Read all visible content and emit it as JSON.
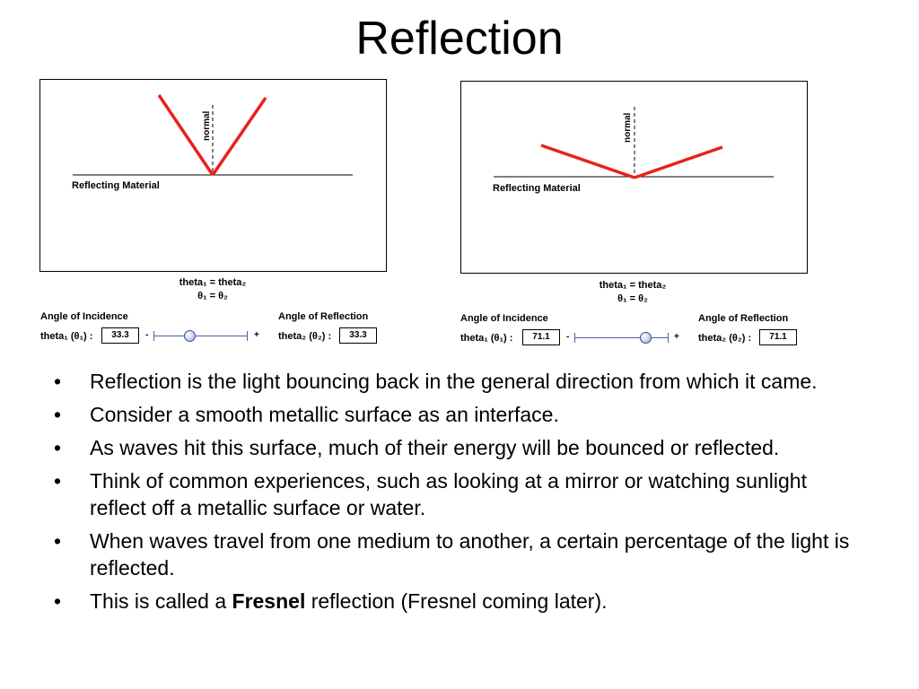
{
  "slide": {
    "title": "Reflection"
  },
  "simulations": [
    {
      "normal_label": "normal",
      "surface_label": "Reflecting Material",
      "equation_text_line": "theta₁ = theta₂",
      "equation_symbol_line": "θ₁ = θ₂",
      "incidence_label": "Angle of Incidence",
      "incidence_var": "theta₁ (θ₁) :",
      "incidence_value": "33.3",
      "reflection_label": "Angle of Reflection",
      "reflection_var": "theta₂ (θ₂) :",
      "reflection_value": "33.3",
      "minus": "-",
      "plus": "+",
      "slider_fraction": 0.37,
      "ray_color": "#e8211c"
    },
    {
      "normal_label": "normal",
      "surface_label": "Reflecting Material",
      "equation_text_line": "theta₁ = theta₂",
      "equation_symbol_line": "θ₁ = θ₂",
      "incidence_label": "Angle of Incidence",
      "incidence_var": "theta₁ (θ₁) :",
      "incidence_value": "71.1",
      "reflection_label": "Angle of Reflection",
      "reflection_var": "theta₂ (θ₂) :",
      "reflection_value": "71.1",
      "minus": "-",
      "plus": "+",
      "slider_fraction": 0.79,
      "ray_color": "#e8211c"
    }
  ],
  "bullets": [
    {
      "text": "Reflection is the light bouncing back in the general direction from which it came."
    },
    {
      "text": "Consider a smooth metallic surface as an interface."
    },
    {
      "text": "As waves hit this surface, much of their energy will be bounced or reflected."
    },
    {
      "text": "Think of common experiences, such as looking at a mirror or watching sunlight reflect off a metallic surface or water."
    },
    {
      "text": "When waves travel from one medium to another, a certain percentage of the light is reflected."
    },
    {
      "pre": "This is called a ",
      "bold": "Fresnel",
      "post": " reflection (Fresnel coming later)."
    }
  ],
  "bullet_symbol": "•"
}
